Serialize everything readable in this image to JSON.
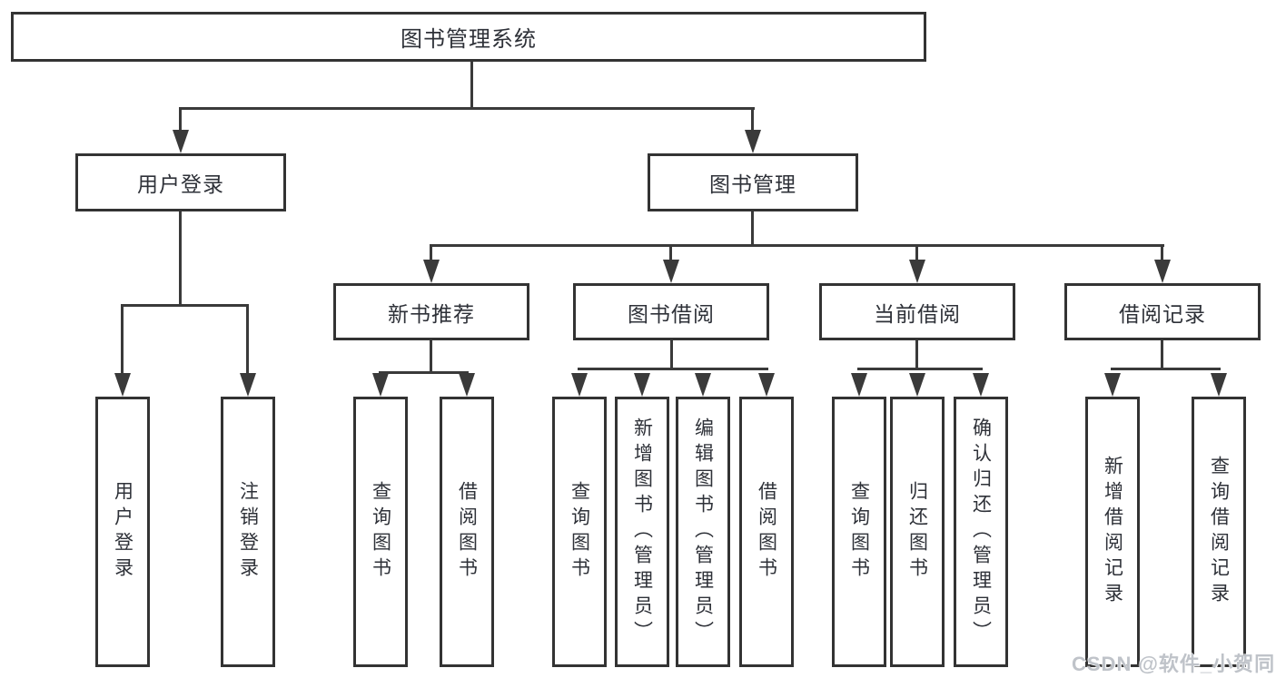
{
  "tree": {
    "label": "图书管理系统",
    "children": [
      {
        "label": "用户登录",
        "children": [
          {
            "label": "用户登录"
          },
          {
            "label": "注销登录"
          }
        ]
      },
      {
        "label": "图书管理",
        "children": [
          {
            "label": "新书推荐",
            "children": [
              {
                "label": "查询图书"
              },
              {
                "label": "借阅图书"
              }
            ]
          },
          {
            "label": "图书借阅",
            "children": [
              {
                "label": "查询图书"
              },
              {
                "label": "新增图书（管理员）"
              },
              {
                "label": "编辑图书（管理员）"
              },
              {
                "label": "借阅图书"
              }
            ]
          },
          {
            "label": "当前借阅",
            "children": [
              {
                "label": "查询图书"
              },
              {
                "label": "归还图书"
              },
              {
                "label": "确认归还（管理员）"
              }
            ]
          },
          {
            "label": "借阅记录",
            "children": [
              {
                "label": "新增借阅记录"
              },
              {
                "label": "查询借阅记录"
              }
            ]
          }
        ]
      }
    ]
  },
  "watermark": {
    "text": "CSDN @软件_小贺同学"
  },
  "colors": {
    "line": "#3a3a3a",
    "box_border": "#333333",
    "text": "#2e3138",
    "background": "#ffffff",
    "watermark": "#bfc3c9"
  }
}
